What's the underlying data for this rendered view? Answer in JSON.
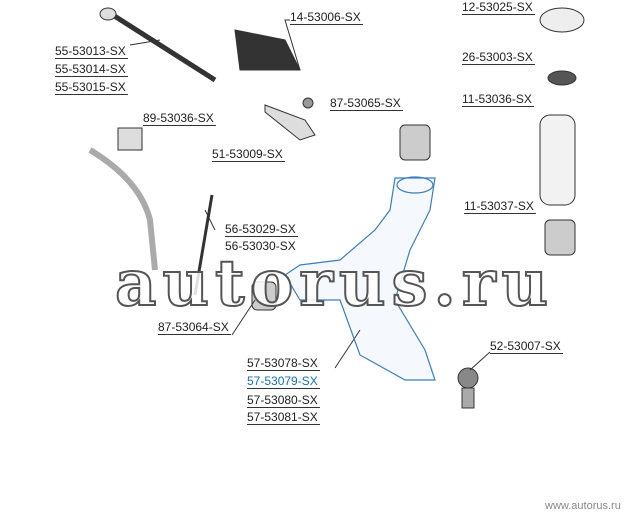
{
  "labels": {
    "l55_53013": "55-53013-SX",
    "l55_53014": "55-53014-SX",
    "l55_53015": "55-53015-SX",
    "l14_53006": "14-53006-SX",
    "l12_53025": "12-53025-SX",
    "l26_53003": "26-53003-SX",
    "l11_53036": "11-53036-SX",
    "l87_53065": "87-53065-SX",
    "l89_53036": "89-53036-SX",
    "l51_53009": "51-53009-SX",
    "l11_53037": "11-53037-SX",
    "l56_53029": "56-53029-SX",
    "l56_53030": "56-53030-SX",
    "l87_53064": "87-53064-SX",
    "l52_53007": "52-53007-SX",
    "l57_53078": "57-53078-SX",
    "l57_53079": "57-53079-SX",
    "l57_53080": "57-53080-SX",
    "l57_53081": "57-53081-SX"
  },
  "watermark": "autorus.ru",
  "footer": "www.autorus.ru",
  "colors": {
    "highlight": "#1a6fb0",
    "line": "#333333",
    "arm": "#3a7fc0"
  }
}
